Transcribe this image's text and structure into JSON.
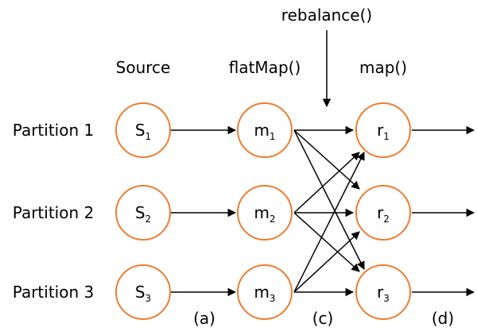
{
  "annotation": "rebalance()",
  "columns": {
    "source": "Source",
    "flatmap": "flatMap()",
    "map": "map()"
  },
  "partitions": [
    "Partition 1",
    "Partition 2",
    "Partition 3"
  ],
  "nodes": {
    "source": [
      {
        "base": "S",
        "sub": "1"
      },
      {
        "base": "S",
        "sub": "2"
      },
      {
        "base": "S",
        "sub": "3"
      }
    ],
    "flatmap": [
      {
        "base": "m",
        "sub": "1"
      },
      {
        "base": "m",
        "sub": "2"
      },
      {
        "base": "m",
        "sub": "3"
      }
    ],
    "map": [
      {
        "base": "r",
        "sub": "1"
      },
      {
        "base": "r",
        "sub": "2"
      },
      {
        "base": "r",
        "sub": "3"
      }
    ]
  },
  "stage_labels": {
    "a": "(a)",
    "c": "(c)",
    "d": "(d)"
  },
  "colors": {
    "node_stroke": "#ED7D31",
    "edge": "#000000",
    "background": "#ffffff"
  }
}
